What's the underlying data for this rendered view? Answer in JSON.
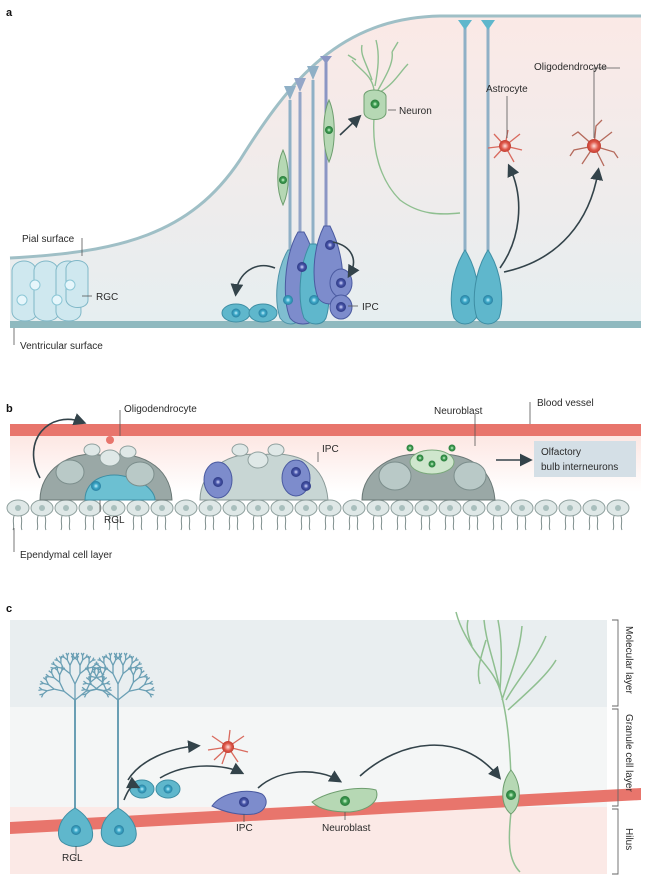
{
  "panels": {
    "a": {
      "letter": "a",
      "labels": {
        "pial": "Pial surface",
        "rgc": "RGC",
        "ventricular": "Ventricular surface",
        "ipc": "IPC",
        "neuron": "Neuron",
        "astrocyte": "Astrocyte",
        "oligodendrocyte": "Oligodendrocyte"
      }
    },
    "b": {
      "letter": "b",
      "labels": {
        "oligodendrocyte": "Oligodendrocyte",
        "neuroblast": "Neuroblast",
        "blood_vessel": "Blood vessel",
        "ipc": "IPC",
        "rgl": "RGL",
        "ependymal": "Ependymal cell layer",
        "olfactory_line1": "Olfactory",
        "olfactory_line2": "bulb interneurons"
      }
    },
    "c": {
      "letter": "c",
      "labels": {
        "rgl": "RGL",
        "ipc": "IPC",
        "neuroblast": "Neuroblast",
        "molecular": "Molecular layer",
        "granule": "Granule cell layer",
        "hilus": "Hilus"
      }
    }
  },
  "colors": {
    "rgc_blue": "#5fb7cc",
    "ipc_purple": "#7a86c2",
    "neuron_green": "#a9cfa8",
    "astro_red": "#d96a5e",
    "vessel_red": "#e8756c",
    "surface": "#8fb9bf"
  }
}
